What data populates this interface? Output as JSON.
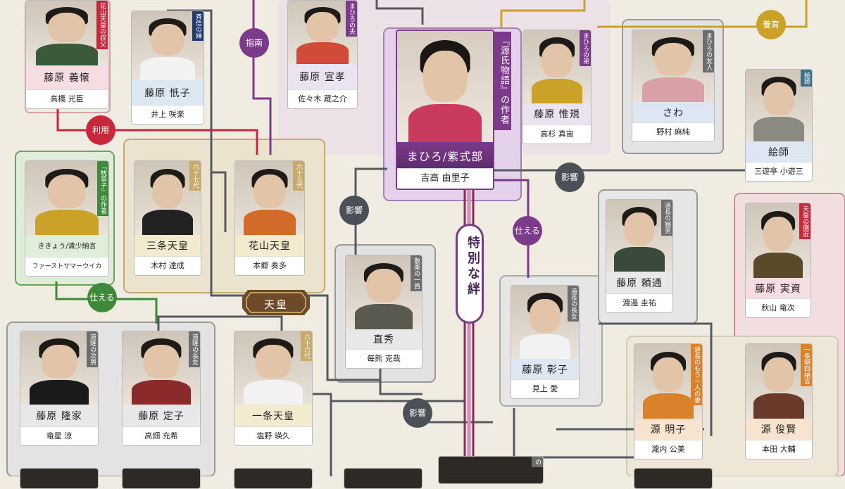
{
  "groups": {
    "emperor": "天皇"
  },
  "relations": {
    "ibun": "指南",
    "riyou": "利用",
    "tsukaeru1": "仕える",
    "tsukaeru2": "仕える",
    "eikyou1": "影響",
    "eikyou2": "影響",
    "eikyou3": "影響",
    "ikusei": "養育",
    "bond": "特別な絆"
  },
  "central": {
    "tag": "『源氏物語』の作者",
    "name": "まひろ/紫式部",
    "actor": "吉高 由里子"
  },
  "people": [
    {
      "id": "yoshichika",
      "name": "藤原 義懐",
      "actor": "高橋 光臣",
      "tag": "花山天皇の叔父"
    },
    {
      "id": "shishi",
      "name": "藤原 忯子",
      "actor": "井上 咲楽",
      "tag": "斉信の妹"
    },
    {
      "id": "nobutaka",
      "name": "藤原 宣孝",
      "actor": "佐々木 蔵之介",
      "tag": "まひろの夫"
    },
    {
      "id": "nobunori",
      "name": "藤原 惟規",
      "actor": "高杉 真宙",
      "tag": "まひろの弟"
    },
    {
      "id": "sawa",
      "name": "さわ",
      "actor": "野村 麻純",
      "tag": "まひろの友人"
    },
    {
      "id": "eshi",
      "name": "絵師",
      "actor": "三遊亭 小遊三",
      "tag": "絵師"
    },
    {
      "id": "kikyo",
      "name": "ききょう/清少納言",
      "actor": "ファーストサマーウイカ",
      "tag": "『枕草子』の作者"
    },
    {
      "id": "sanjo",
      "name": "三条天皇",
      "actor": "木村 達成",
      "tag": "六十七代"
    },
    {
      "id": "kazan",
      "name": "花山天皇",
      "actor": "本郷 奏多",
      "tag": "六十五代"
    },
    {
      "id": "naohide",
      "name": "直秀",
      "actor": "毎熊 克哉",
      "tag": "散楽の一員"
    },
    {
      "id": "yorimichi",
      "name": "藤原 頼通",
      "actor": "渡邊 圭祐",
      "tag": "道長の嫡男"
    },
    {
      "id": "sanesuke",
      "name": "藤原 実資",
      "actor": "秋山 竜次",
      "tag": "天皇の側近"
    },
    {
      "id": "shoshi",
      "name": "藤原 彰子",
      "actor": "見上 愛",
      "tag": "道長の長女"
    },
    {
      "id": "takaie",
      "name": "藤原 隆家",
      "actor": "竜星 涼",
      "tag": "道隆の次男"
    },
    {
      "id": "teishi",
      "name": "藤原 定子",
      "actor": "高畑 充希",
      "tag": "道隆の長女"
    },
    {
      "id": "ichijo",
      "name": "一条天皇",
      "actor": "塩野 瑛久",
      "tag": "六十六代"
    },
    {
      "id": "akiko",
      "name": "源 明子",
      "actor": "瀧内 公美",
      "tag": "道長のもう一人の妻"
    },
    {
      "id": "toshikata",
      "name": "源 俊賢",
      "actor": "本田 大輔",
      "tag": "一条朝四納言"
    }
  ],
  "partial_tags": {
    "bottom": "の"
  },
  "colors": {
    "red": "#c8283c",
    "purple": "#7b3a8a",
    "green": "#3f8a3a",
    "navy": "#1f3a6e",
    "gold": "#c9a227",
    "gray": "#6d6d6d",
    "brown": "#8a6a3a",
    "orange": "#d9822b",
    "pink": "#d24a6a",
    "teal": "#3d6f8a",
    "line": "#555a60"
  }
}
